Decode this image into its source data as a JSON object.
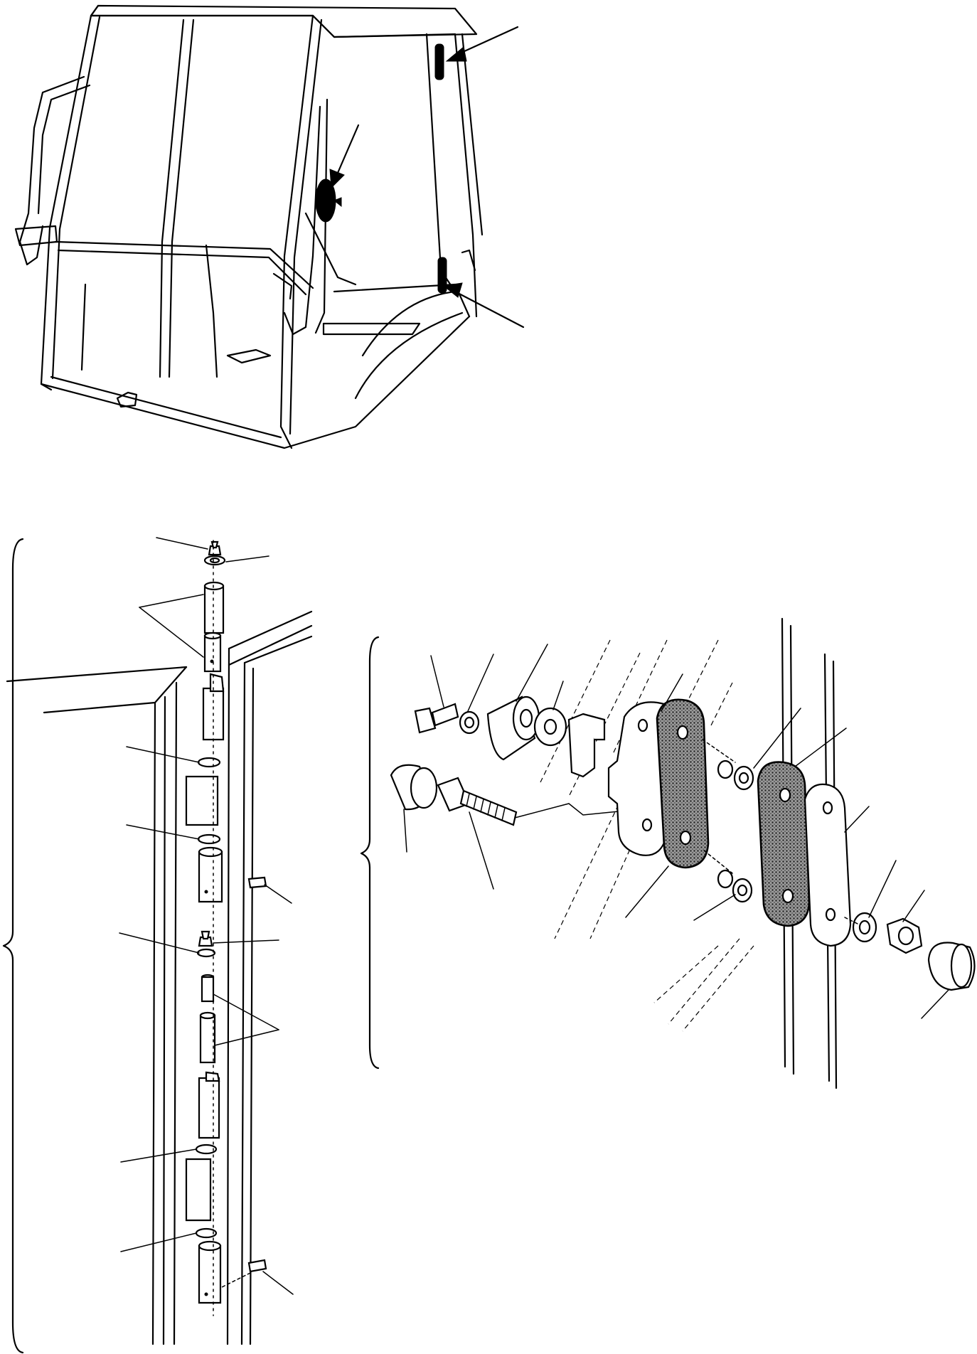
{
  "figure": {
    "views": [
      {
        "id": "cab-overview",
        "kind": "cab-frame",
        "markers": [
          "upper-hinge",
          "door-latch",
          "lower-hinge"
        ]
      },
      {
        "id": "hinge-exploded",
        "kind": "exploded-hinge",
        "leader_count": 12
      },
      {
        "id": "latch-exploded",
        "kind": "exploded-latch",
        "leader_count": 15
      }
    ],
    "palette": {
      "ink": "#000000",
      "paper": "#ffffff",
      "shade": "#7a7a7a"
    }
  }
}
